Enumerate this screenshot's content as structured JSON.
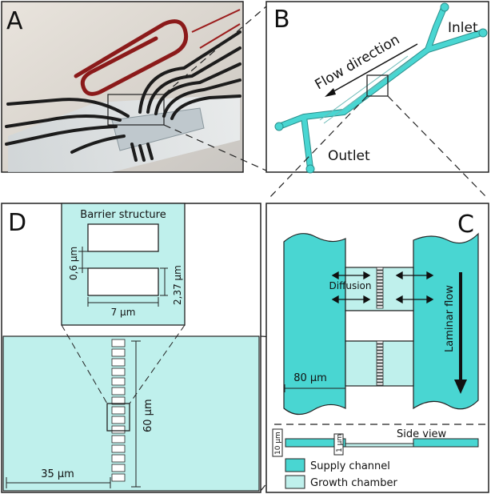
{
  "panels": {
    "a": {
      "letter": "A"
    },
    "b": {
      "letter": "B",
      "flow_label": "Flow direction",
      "inlet_label": "Inlet",
      "outlet_label": "Outlet"
    },
    "c": {
      "letter": "C",
      "diffusion_label": "Diffusion",
      "laminar_label": "Laminar flow",
      "width_label": "80 µm",
      "side_view_title": "Side view",
      "side_dim_1": "10 µm",
      "side_dim_2": "1 µm"
    },
    "d": {
      "letter": "D",
      "barrier_title": "Barrier structure",
      "gap_label": "0,6 µm",
      "height_label": "2,37 µm",
      "width_label": "7 µm",
      "length_label": "60 µm",
      "offset_label": "35 µm"
    }
  },
  "legend": [
    {
      "label": "Supply channel",
      "color": "#49d6d2"
    },
    {
      "label": "Growth chamber",
      "color": "#bff0ec"
    }
  ],
  "colors": {
    "supply": "#49d6d2",
    "growth": "#bff0ec",
    "growth_dark": "#a9e6e0"
  }
}
